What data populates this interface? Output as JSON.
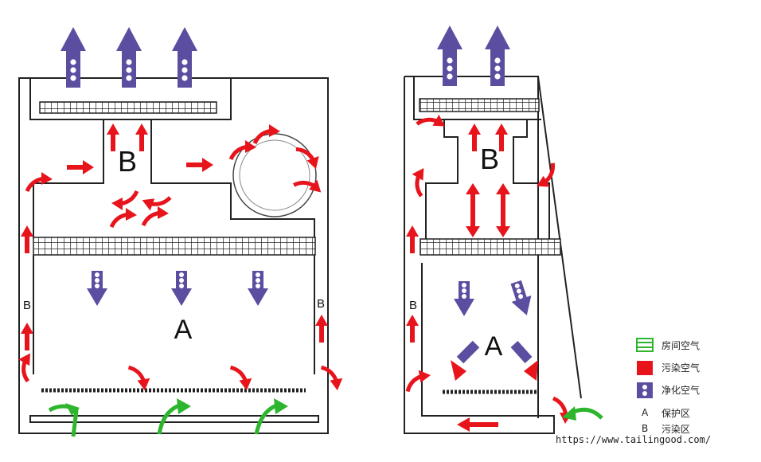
{
  "labels": {
    "zone_a": "A",
    "zone_b": "B"
  },
  "legend": {
    "room_air": "房间空气",
    "contaminated_air": "污染空气",
    "purified_air": "净化空气",
    "a_key": "A",
    "a_text": "保护区",
    "b_key": "B",
    "b_text": "污染区"
  },
  "watermark": "https://www.tailingood.com/",
  "colors": {
    "room_air": "#2db52d",
    "contaminated_air": "#e8141c",
    "purified_air": "#5b4ea0"
  }
}
